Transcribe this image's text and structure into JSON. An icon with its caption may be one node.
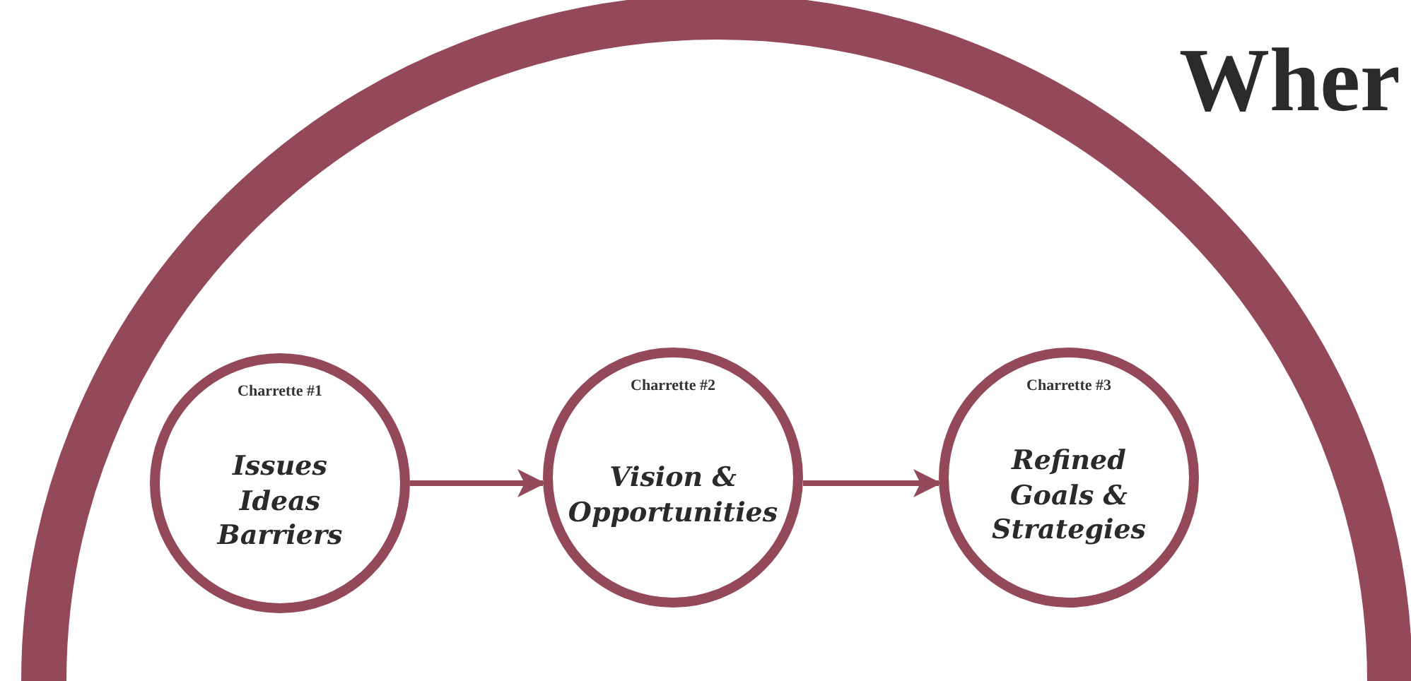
{
  "diagram": {
    "title": "Wher",
    "nodes": [
      {
        "text": [
          "Charrette #1",
          "Issues Ideas Barriers"
        ]
      },
      {
        "text": [
          "Charrette #2",
          "Vision & Opportunities"
        ]
      },
      {
        "text": [
          "Charrette #3",
          "Refined Goals & Strategies"
        ]
      }
    ],
    "edges": [
      {
        "from": 0,
        "to": 1,
        "arrow": "to"
      },
      {
        "from": 1,
        "to": 2,
        "arrow": "to"
      }
    ]
  }
}
